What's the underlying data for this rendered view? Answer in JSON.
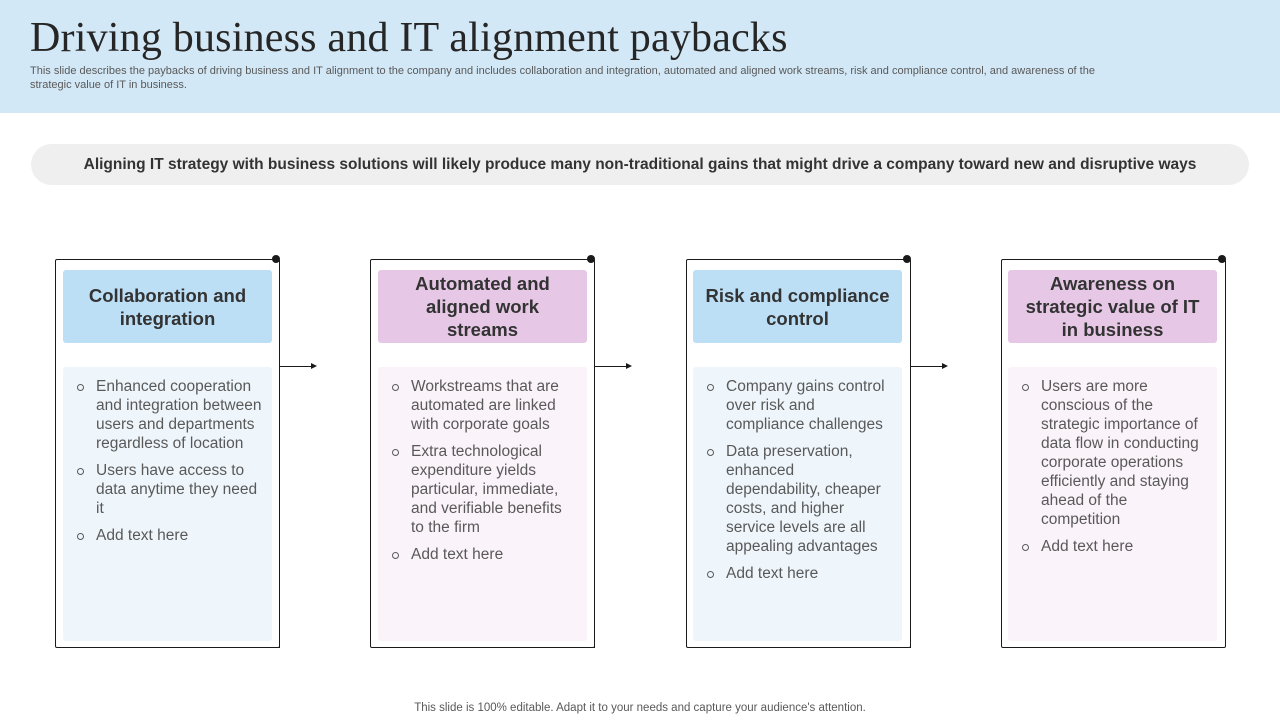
{
  "header": {
    "title": "Driving business and IT alignment paybacks",
    "subtitle": "This slide describes the paybacks of driving business and IT alignment to the company and includes collaboration and integration, automated and aligned work streams, risk and compliance control, and awareness of the strategic value of IT in business."
  },
  "banner": {
    "text": "Aligning IT strategy with business solutions will likely produce many non-traditional gains that might drive a company toward new and disruptive ways"
  },
  "cards": [
    {
      "heading": "Collaboration and integration",
      "bullets": [
        "Enhanced cooperation and integration between users and departments regardless of location",
        "Users have access to data anytime they need it",
        "Add text here"
      ]
    },
    {
      "heading": "Automated and aligned work streams",
      "bullets": [
        "Workstreams that are automated are linked with corporate goals",
        "Extra technological expenditure yields particular, immediate, and verifiable benefits to the firm",
        "Add text here"
      ]
    },
    {
      "heading": "Risk and compliance control",
      "bullets": [
        "Company gains control over risk and compliance challenges",
        "Data preservation, enhanced dependability, cheaper costs, and higher service levels are all appealing advantages",
        "Add text here"
      ]
    },
    {
      "heading": "Awareness on strategic value of IT in business",
      "bullets": [
        "Users are more conscious of the strategic importance of data flow in conducting corporate operations efficiently and staying ahead of the competition",
        "Add text here"
      ]
    }
  ],
  "footer": {
    "text": "This slide is 100% editable. Adapt it to your needs and capture your audience's attention."
  },
  "colors": {
    "header_bg": "#d3e8f6",
    "blue_heading": "#bcdff6",
    "pink_heading": "#e6c8e6",
    "blue_body": "#eef6fc",
    "pink_body": "#faf3fa"
  }
}
